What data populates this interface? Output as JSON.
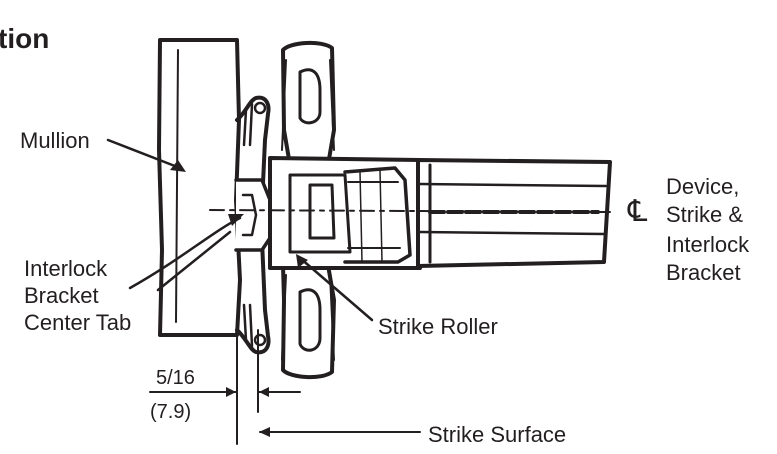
{
  "header": {
    "title_fragment": "tion"
  },
  "labels": {
    "mullion": "Mullion",
    "interlock_line1": "Interlock",
    "interlock_line2": "Bracket",
    "interlock_line3": "Center Tab",
    "device_line1": "Device,",
    "device_line2": "Strike &",
    "device_line3": "Interlock",
    "device_line4": "Bracket",
    "strike_roller": "Strike Roller",
    "strike_surface": "Strike Surface"
  },
  "dimension": {
    "inches": "5/16",
    "mm": "(7.9)"
  },
  "symbols": {
    "centerline": "℄"
  },
  "colors": {
    "ink": "#231f20",
    "background": "#ffffff"
  }
}
